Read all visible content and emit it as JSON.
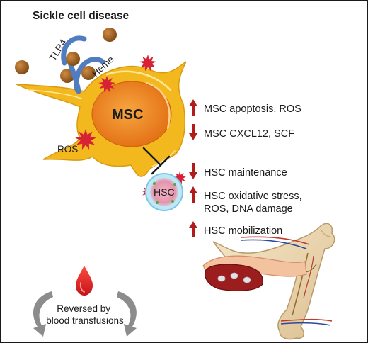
{
  "title": "Sickle cell disease",
  "labels": {
    "receptor": "TLR4",
    "ligand": "Heme",
    "ros": "ROS",
    "stromal_cell": "MSC",
    "stem_cell": "HSC"
  },
  "effects": [
    {
      "direction": "up",
      "lines": [
        "MSC apoptosis, ROS"
      ]
    },
    {
      "direction": "down",
      "lines": [
        "MSC CXCL12, SCF"
      ]
    },
    {
      "direction": "down",
      "lines": [
        "HSC maintenance"
      ]
    },
    {
      "direction": "up",
      "lines": [
        "HSC oxidative stress,",
        "ROS, DNA damage"
      ]
    },
    {
      "direction": "up",
      "lines": [
        "HSC mobilization"
      ]
    }
  ],
  "reversal": {
    "lines": [
      "Reversed by",
      "blood transfusions"
    ]
  },
  "colors": {
    "arrow_red": "#b31b1b",
    "stromal_cell": "#f4b81f",
    "nucleus": "#ee7f1a",
    "receptor": "#4f7dc0",
    "heme": "#9a5d1f",
    "ros": "#d62234",
    "stem_cell": "#8fd3ee",
    "blood_drop": "#e01f26",
    "cycle_arrows": "#8c8c8c",
    "bone": "#ecd9b4"
  },
  "icons": [
    "heme-molecule-icon",
    "tlr4-receptor-icon",
    "ros-burst-icon",
    "inhibition-icon",
    "blood-drop-icon",
    "cycle-arrow-icon",
    "blood-vessel-icon",
    "bone-icon"
  ]
}
